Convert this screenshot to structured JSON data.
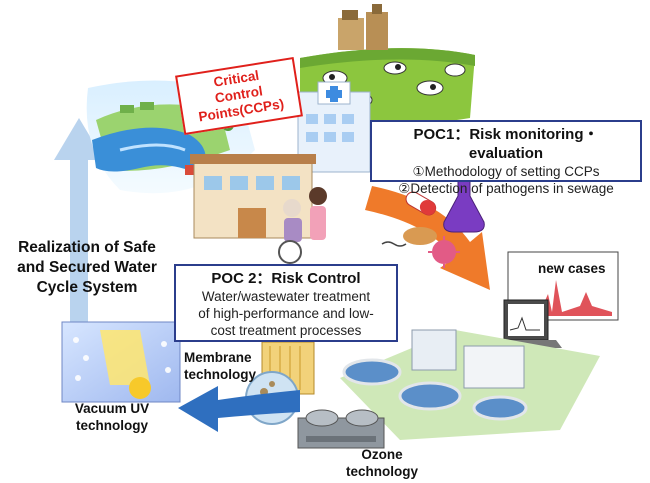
{
  "ccp_box": {
    "line1": "Critical",
    "line2": "Control",
    "line3": "Points(CCPs)",
    "color": "#e0201b"
  },
  "poc1": {
    "title": "POC1：Risk monitoring・evaluation",
    "items": [
      "①Methodology of setting CCPs",
      "②Detection of pathogens in sewage"
    ]
  },
  "poc2": {
    "title": "POC 2：Risk Control",
    "lines": [
      "Water/wastewater treatment",
      "of high-performance and low-",
      "cost treatment processes"
    ]
  },
  "goal": {
    "lines": [
      "Realization of Safe",
      "and Secured Water",
      "Cycle System"
    ]
  },
  "chart_label": "new cases",
  "tech": {
    "membrane": [
      "Membrane",
      "technology"
    ],
    "vacuum_uv": [
      "Vacuum UV",
      "technology"
    ],
    "ozone": [
      "Ozone",
      "technology"
    ]
  },
  "colors": {
    "box_border": "#2b3d8c",
    "orange_arrow": "#ef7a2a",
    "blue_arrow": "#2f6fbf",
    "light_arrow": "#b9d3ee"
  }
}
